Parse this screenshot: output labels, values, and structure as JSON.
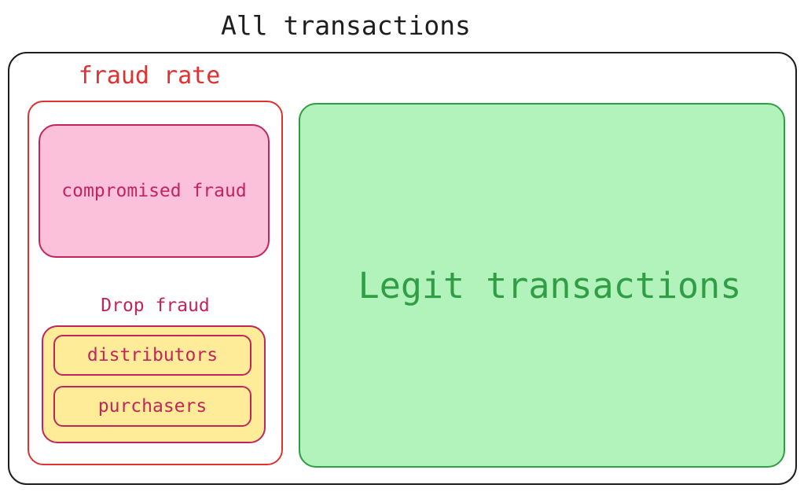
{
  "title": "All transactions",
  "fraud_rate": {
    "label": "fraud rate",
    "compromised": "compromised fraud",
    "drop": {
      "label": "Drop fraud",
      "items": [
        "distributors",
        "purchasers"
      ]
    }
  },
  "legit": "Legit transactions",
  "colors": {
    "outline": "#1e1e1e",
    "fraud_red": "#e03131",
    "crimson": "#c2255c",
    "compromised_fill": "#fbc1da",
    "drop_fill": "#ffec99",
    "legit_fill": "#b2f2bb",
    "legit_green": "#2f9e44"
  }
}
